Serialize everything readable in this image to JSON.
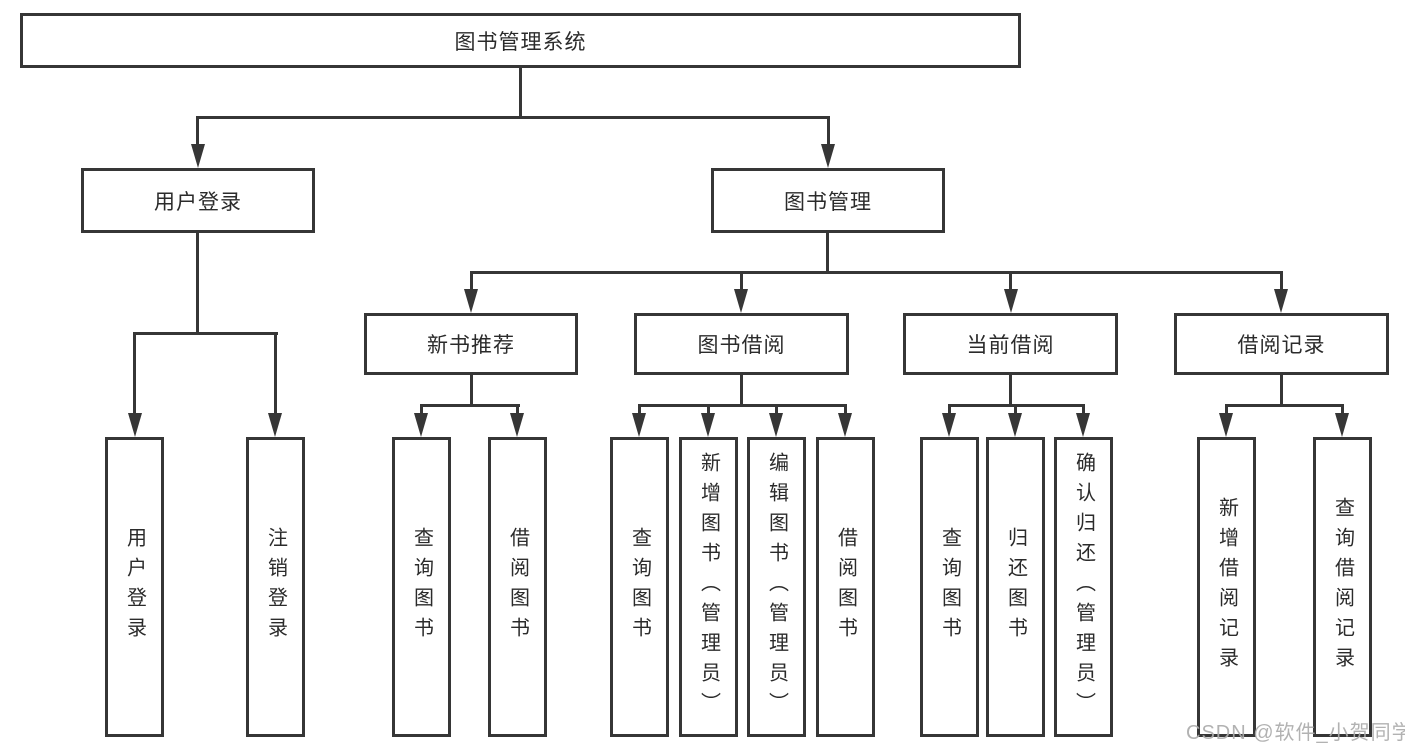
{
  "diagram": {
    "type": "hierarchy-tree",
    "root": {
      "label": "图书管理系统"
    },
    "level2": [
      {
        "label": "用户登录",
        "parent": "图书管理系统"
      },
      {
        "label": "图书管理",
        "parent": "图书管理系统"
      }
    ],
    "level3": [
      {
        "label": "新书推荐",
        "parent": "图书管理"
      },
      {
        "label": "图书借阅",
        "parent": "图书管理"
      },
      {
        "label": "当前借阅",
        "parent": "图书管理"
      },
      {
        "label": "借阅记录",
        "parent": "图书管理"
      }
    ],
    "leaves": [
      {
        "label": "用户登录",
        "parent": "用户登录"
      },
      {
        "label": "注销登录",
        "parent": "用户登录"
      },
      {
        "label": "查询图书",
        "parent": "新书推荐"
      },
      {
        "label": "借阅图书",
        "parent": "新书推荐"
      },
      {
        "label": "查询图书",
        "parent": "图书借阅"
      },
      {
        "label": "新增图书（管理员）",
        "parent": "图书借阅"
      },
      {
        "label": "编辑图书（管理员）",
        "parent": "图书借阅"
      },
      {
        "label": "借阅图书",
        "parent": "图书借阅"
      },
      {
        "label": "查询图书",
        "parent": "当前借阅"
      },
      {
        "label": "归还图书",
        "parent": "当前借阅"
      },
      {
        "label": "确认归还（管理员）",
        "parent": "当前借阅"
      },
      {
        "label": "新增借阅记录",
        "parent": "借阅记录"
      },
      {
        "label": "查询借阅记录",
        "parent": "借阅记录"
      }
    ]
  },
  "watermark": {
    "text": "CSDN @软件_小贺同学",
    "color": "#acacac"
  },
  "colors": {
    "line": "#363636",
    "box_border": "#363636",
    "box_fill": "#ffffff",
    "text": "#2b2b2b",
    "background": "#ffffff"
  }
}
